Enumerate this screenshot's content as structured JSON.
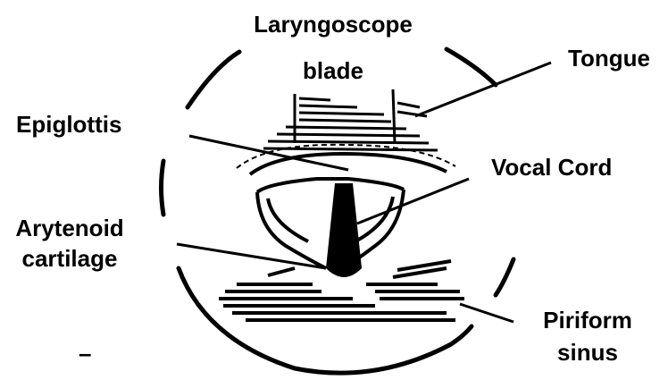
{
  "labels": {
    "laryngoscope_line1": "Laryngoscope",
    "laryngoscope_line2": "blade",
    "tongue": "Tongue",
    "epiglottis": "Epiglottis",
    "vocal_cord": "Vocal Cord",
    "arytenoid_line1": "Arytenoid",
    "arytenoid_line2": "cartilage",
    "piriform_line1": "Piriform",
    "piriform_line2": "sinus",
    "dash": "–"
  },
  "colors": {
    "ink": "#000000",
    "background": "#ffffff"
  }
}
